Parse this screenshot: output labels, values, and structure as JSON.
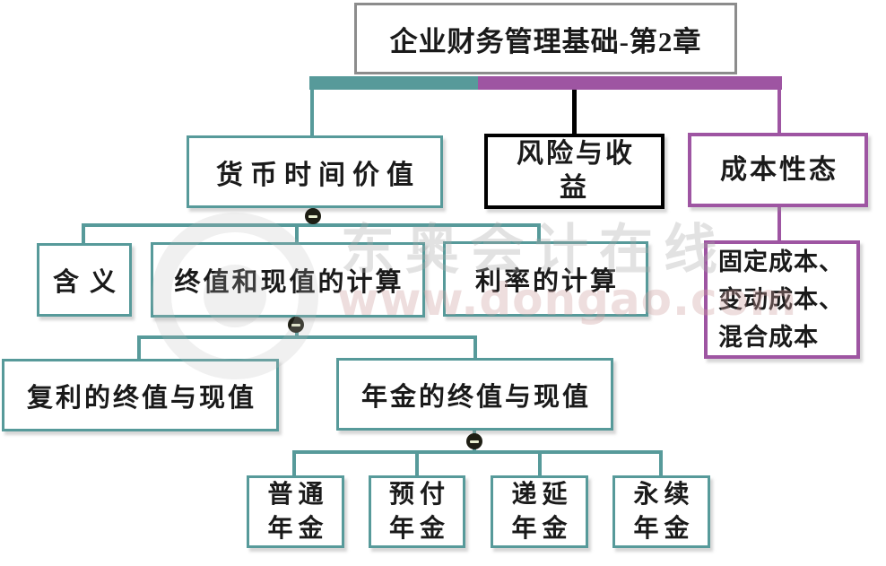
{
  "title": "企业财务管理基础-第2章",
  "nodes": {
    "money_time_value": "货币时间价值",
    "risk_return": "风险与收益",
    "cost_behavior": "成本性态",
    "cost_detail": {
      "line1": "固定成本、",
      "line2": "变动成本、",
      "line3": "混合成本"
    },
    "meaning": "含义",
    "fv_pv_calc": "终值和现值的计算",
    "rate_calc": "利率的计算",
    "compound": "复利的终值与现值",
    "annuity": "年金的终值与现值",
    "annuity_types": {
      "ordinary": {
        "line1": "普通",
        "line2": "年金"
      },
      "due": {
        "line1": "预付",
        "line2": "年金"
      },
      "deferred": {
        "line1": "递延",
        "line2": "年金"
      },
      "perpetual": {
        "line1": "永续",
        "line2": "年金"
      }
    }
  },
  "icons": {
    "collapse": "minus"
  },
  "watermark": {
    "brand": "东奥会计在线",
    "site": "www.dongao.com"
  },
  "colors": {
    "branch_teal": "#579a9a",
    "branch_purple": "#9e55a2",
    "risk_black": "#000000",
    "root_border_gray": "#8c8c8c",
    "toggle_bg": "#1e1e14",
    "toggle_minus": "#e9efcf"
  }
}
